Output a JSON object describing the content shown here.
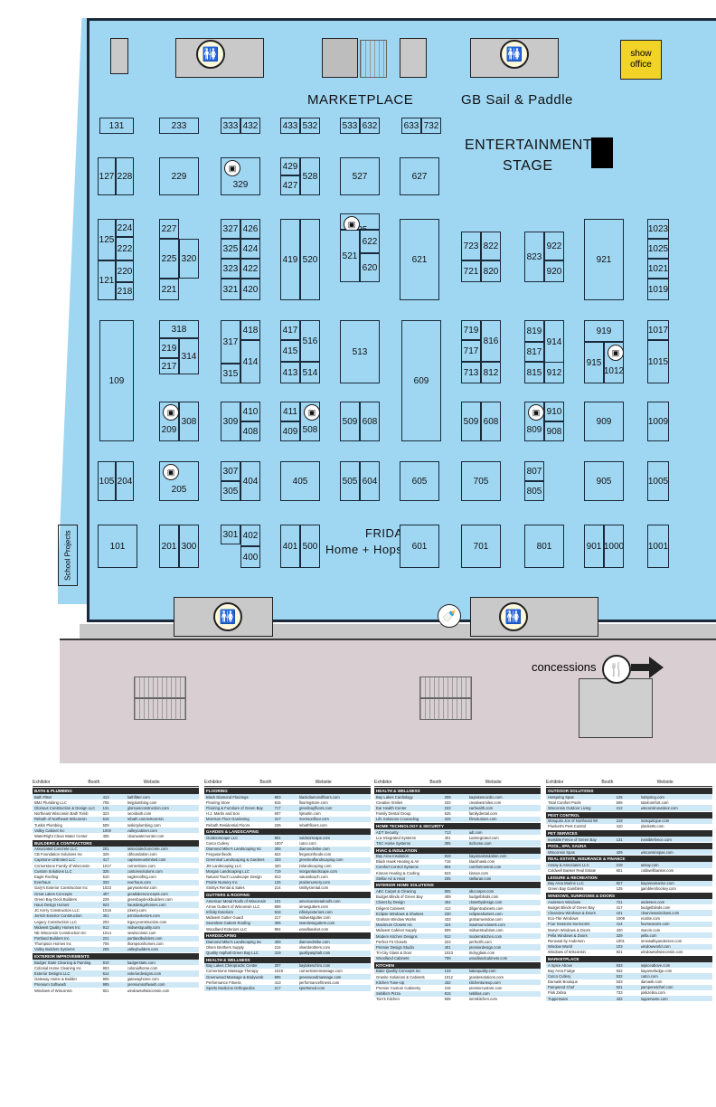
{
  "map": {
    "marketplace": "MARKETPLACE",
    "sail": "GB Sail & Paddle",
    "entertainment_1": "ENTERTAINMENT",
    "entertainment_2": "STAGE",
    "friday_1": "FRIDAY",
    "friday_2": "Home + Hops",
    "show_office_1": "show",
    "show_office_2": "office",
    "school": "School Projects",
    "concessions": "concessions",
    "booths": [
      "131",
      "233",
      "333",
      "432",
      "433",
      "532",
      "533",
      "632",
      "633",
      "732",
      "127",
      "228",
      "229",
      "329",
      "429",
      "427",
      "528",
      "527",
      "627",
      "125",
      "224",
      "222",
      "121",
      "220",
      "218",
      "227",
      "225",
      "320",
      "221",
      "327",
      "426",
      "325",
      "424",
      "323",
      "422",
      "321",
      "420",
      "419",
      "520",
      "525",
      "521",
      "622",
      "620",
      "621",
      "723",
      "822",
      "721",
      "820",
      "823",
      "922",
      "920",
      "921",
      "1023",
      "1025",
      "1021",
      "1019",
      "109",
      "318",
      "219",
      "314",
      "217",
      "317",
      "418",
      "414",
      "315",
      "417",
      "516",
      "415",
      "413",
      "514",
      "513",
      "609",
      "719",
      "816",
      "717",
      "713",
      "812",
      "819",
      "914",
      "817",
      "815",
      "912",
      "919",
      "915",
      "1012",
      "1017",
      "1015",
      "209",
      "308",
      "309",
      "410",
      "408",
      "411",
      "409",
      "508",
      "509",
      "608",
      "509",
      "608",
      "809",
      "910",
      "908",
      "909",
      "1009",
      "105",
      "204",
      "205",
      "307",
      "305",
      "404",
      "405",
      "505",
      "604",
      "605",
      "705",
      "807",
      "805",
      "905",
      "1005",
      "101",
      "201",
      "300",
      "301",
      "402",
      "400",
      "401",
      "500",
      "601",
      "701",
      "801",
      "901",
      "1000",
      "1001"
    ]
  },
  "tables": [
    {
      "headers": [
        "Exhibitor",
        "Booth",
        "Website"
      ],
      "sections": [
        {
          "title": "BATH & PLUMBING",
          "rows": [
            [
              "Bath Fitter",
              "413",
              "bathfitter.com"
            ],
            [
              "BMJ Plumbing LLC",
              "705",
              "bmjplumbing.com"
            ],
            [
              "Glorious Construction & Design LLC",
              "131",
              "gloriousconstruction.com"
            ],
            [
              "Northeast Wisconsin Bath Tomb",
              "323",
              "neonbath.com"
            ],
            [
              "Rebath of Northeast Wisconsin",
              "516",
              "rebath.com/wisconsin"
            ],
            [
              "Tuskin Plumbing",
              "509",
              "tuskinplumbing.com"
            ],
            [
              "Valley Cabinet Inc",
              "1000",
              "valleycabinet.com"
            ],
            [
              "WaterRight Clean Water Center",
              "405",
              "cleanwatercenter.com"
            ]
          ]
        },
        {
          "title": "BUILDERS & CONTRACTORS",
          "rows": [
            [
              "Associated Concrete LLC",
              "201",
              "associatedconcrete.com"
            ],
            [
              "CB Foundation Solutions Inc",
              "325",
              "cbfoundation.com"
            ],
            [
              "Capstone Unlimited LLC",
              "417",
              "capstoneunlimited.com"
            ],
            [
              "Cornerstone Family of Wisconsin",
              "1017",
              "cornerstone.com"
            ],
            [
              "Custom Solutions LLC",
              "325",
              "customsolutions.com"
            ],
            [
              "Eagle Roofing",
              "510",
              "eagleroofing.com"
            ],
            [
              "Everhaus",
              "333",
              "everhaus.com"
            ],
            [
              "Gary's Exterior Construction Inc",
              "1023",
              "garysexterior.com"
            ],
            [
              "Great Lakes Concepts",
              "407",
              "greatlakesconcepts.com"
            ],
            [
              "Green Bay Deck Builders",
              "229",
              "greenbaydeckbuilders.com"
            ],
            [
              "Haus Design Homes",
              "923",
              "hausdesignhomes.com"
            ],
            [
              "JC Kerry Construction LLC",
              "1015",
              "jckerry.com"
            ],
            [
              "Jerrick Exterior Construction",
              "301",
              "jerrickexteriors.com"
            ],
            [
              "Legacy Construction LLC",
              "203",
              "legacyconstruction.com"
            ],
            [
              "Midwest Quality Homes Inc",
              "912",
              "midwestquality.com"
            ],
            [
              "NE Wisconsin Construction Inc",
              "1014",
              "newisconsin.com"
            ],
            [
              "Portland Builders Inc",
              "221",
              "portlandbuilders.com"
            ],
            [
              "Thompson Homes Inc",
              "705",
              "thompsonhomes.com"
            ],
            [
              "Valley Builders Systems",
              "205",
              "valleybuilders.com"
            ]
          ]
        },
        {
          "title": "EXTERIOR IMPROVEMENTS",
          "rows": [
            [
              "Badger State Cleaning & Painting",
              "910",
              "badgerstate.com"
            ],
            [
              "Colonial Home Cleaning Inc",
              "903",
              "colonialhome.com"
            ],
            [
              "Exterior Designs LLC",
              "614",
              "exteriordesigns.com"
            ],
            [
              "Gateway Home & Builder",
              "905",
              "gatewayhome.com"
            ],
            [
              "Premium Softwash",
              "905",
              "premiumsoftwash.com"
            ],
            [
              "Windows of Wisconsin",
              "921",
              "windowsofwisconsin.com"
            ]
          ]
        }
      ]
    },
    {
      "headers": [
        "Exhibitor",
        "Booth",
        "Website"
      ],
      "sections": [
        {
          "title": "FLOORING",
          "rows": [
            [
              "Black Diamond Floorings",
              "803",
              "blackdiamondfloors.com"
            ],
            [
              "Flooring Store",
              "915",
              "flooringstore.com"
            ],
            [
              "Flooring & Furniture of Green Bay",
              "717",
              "greenbayfloors.com"
            ],
            [
              "H.J. Martin and Son",
              "607",
              "hjmartin.com"
            ],
            [
              "Morrison Floor Gardening",
              "317",
              "morrisonfloor.com"
            ],
            [
              "Rebath Residential Floors",
              "225",
              "rebathfloors.com"
            ]
          ]
        },
        {
          "title": "GARDEN & LANDSCAPING",
          "rows": [
            [
              "Outdoorscape LLC",
              "901",
              "outdoorscape.com"
            ],
            [
              "Cutco Cutlery",
              "1007",
              "cutco.com"
            ],
            [
              "Diamond Mike's Landscaping Inc",
              "309",
              "diamondmike.com"
            ],
            [
              "Fergusonfoods",
              "622",
              "fergusonfoods.com"
            ],
            [
              "Greenleaf Landscaping & Gardens",
              "333",
              "greenleaflandscaping.com"
            ],
            [
              "JM Landscaping LLC",
              "320",
              "jmlandscaping.com"
            ],
            [
              "Morgan Landscaping LLC",
              "719",
              "morganlandscape.com"
            ],
            [
              "Natural Touch Landscape Design",
              "813",
              "naturaltouch.com"
            ],
            [
              "Prairie Nursery Inc",
              "125",
              "prairienursery.com"
            ],
            [
              "Smittys Rental & Sales",
              "214",
              "smittysrental.com"
            ]
          ]
        },
        {
          "title": "GUTTERS & ROOFING",
          "rows": [
            [
              "American Metal Roofs of Wisconsin",
              "101",
              "americanmetalroofs.com"
            ],
            [
              "Arrow Gutters of Wisconsin LLC",
              "808",
              "arrowgutters.com"
            ],
            [
              "Infinity Exteriors",
              "918",
              "infinityexteriors.com"
            ],
            [
              "Midwest Gutter Guard",
              "217",
              "midwestgutter.com"
            ],
            [
              "Seamless Gutters Roofing",
              "305",
              "seamlessgutters.com"
            ],
            [
              "Woodland Exteriors LLC",
              "904",
              "woodlandext.com"
            ]
          ]
        },
        {
          "title": "HARDSCAPING",
          "rows": [
            [
              "Diamond Mike's Landscaping Inc",
              "309",
              "diamondmike.com"
            ],
            [
              "Olsen Brothers Supply",
              "214",
              "olsenbrothers.com"
            ],
            [
              "Quality Asphalt Green Bay LLC",
              "319",
              "qualityasphalt.com"
            ]
          ]
        },
        {
          "title": "HEALTH & WELLNESS",
          "rows": [
            [
              "Bay Lakes Chiropractic Center",
              "207",
              "baylakeschiro.com"
            ],
            [
              "Cornerstone Massage Therapy",
              "1019",
              "cornerstonemassage.com"
            ],
            [
              "Greenwood Massage & Bodywork",
              "905",
              "greenwoodmassage.com"
            ],
            [
              "Performance Fitness",
              "413",
              "performancefitness.com"
            ],
            [
              "Sports Medicine Orthopedics",
              "217",
              "sportsmed.com"
            ]
          ]
        }
      ]
    },
    {
      "headers": [
        "Exhibitor",
        "Booth",
        "Website"
      ],
      "sections": [
        {
          "title": "HEALTH & WELLNESS",
          "rows": [
            [
              "Bay Lakes Cardiology",
              "209",
              "baylakescardio.com"
            ],
            [
              "Creative Smiles",
              "233",
              "creativesmiles.com"
            ],
            [
              "Ear Health Center",
              "233",
              "earhealth.com"
            ],
            [
              "Family Dental Group",
              "525",
              "familydental.com"
            ],
            [
              "Life Solutions Counseling",
              "225",
              "lifesolutions.com"
            ]
          ]
        },
        {
          "title": "HOME TECHNOLOGY & SECURITY",
          "rows": [
            [
              "ADT Security",
              "713",
              "adt.com"
            ],
            [
              "Lux Integrated Systems",
              "401",
              "luxintegrated.com"
            ],
            [
              "TSC Home Systems",
              "305",
              "tschome.com"
            ]
          ]
        },
        {
          "title": "HVAC & INSULATION",
          "rows": [
            [
              "Bay Area Insulation",
              "919",
              "bayareainsulation.com"
            ],
            [
              "Black Hawk Heating & Air",
              "716",
              "blackhawk.com"
            ],
            [
              "Comfort Control Systems",
              "604",
              "comfortcontrol.com"
            ],
            [
              "Kinnan Heating & Cooling",
              "523",
              "kinnan.com"
            ],
            [
              "Stellar Air & Heat",
              "205",
              "stellarair.com"
            ]
          ]
        },
        {
          "title": "INTERIOR HOME SOLUTIONS",
          "rows": [
            [
              "ABC Carpet & Cleaning",
              "805",
              "abccarpet.com"
            ],
            [
              "Budget Blinds of Green Bay",
              "409",
              "budgetblinds.com"
            ],
            [
              "Closet by Design",
              "404",
              "closetbydesign.com"
            ],
            [
              "Diligent Cabinets",
              "412",
              "diligentcabinets.com"
            ],
            [
              "Eclipse Windows & Shutters",
              "230",
              "eclipseshutters.com"
            ],
            [
              "Graham Window Works",
              "433",
              "grahamwindow.com"
            ],
            [
              "Maximum Closets Inc",
              "424",
              "maximumclosets.com"
            ],
            [
              "Midwest Cabinet Supply",
              "509",
              "midwestcabinet.com"
            ],
            [
              "Modern Kitchen Designs",
              "912",
              "modernkitchen.com"
            ],
            [
              "Perfect Fit Closets",
              "223",
              "perfectfit.com"
            ],
            [
              "Premier Design Studio",
              "401",
              "premierdesign.com"
            ],
            [
              "Tri-City Glass & Door",
              "1023",
              "tricityglass.com"
            ],
            [
              "Woodland Cabinets",
              "709",
              "woodlandcabinets.com"
            ]
          ]
        },
        {
          "title": "KITCHEN",
          "rows": [
            [
              "Bake Quality Concepts Inc",
              "133",
              "bakequality.com"
            ],
            [
              "Granite Solutions & Cabinets",
              "1012",
              "granitesolutions.com"
            ],
            [
              "Kitchen Tune-Up",
              "432",
              "kitchentuneup.com"
            ],
            [
              "Premier Custom Cabinetry",
              "216",
              "premiercustom.com"
            ],
            [
              "Sebilla's Pizza",
              "815",
              "sebillas.com"
            ],
            [
              "Tom's Kitchen",
              "508",
              "tomskitchen.com"
            ]
          ]
        }
      ]
    },
    {
      "headers": [
        "Exhibitor",
        "Booth",
        "Website"
      ],
      "sections": [
        {
          "title": "OUTDOOR SOLUTIONS",
          "rows": [
            [
              "Hotspring Spas",
              "125",
              "hotspring.com"
            ],
            [
              "Total Comfort Pools",
              "506",
              "totalcomfort.com"
            ],
            [
              "Wisconsin Outdoor Living",
              "212",
              "wisconsinoutdoor.com"
            ]
          ]
        },
        {
          "title": "PEST CONTROL",
          "rows": [
            [
              "Mosquito Joe of Northeast WI",
              "218",
              "mosquitojoe.com"
            ],
            [
              "Plunkett's Pest Control",
              "410",
              "plunketts.com"
            ]
          ]
        },
        {
          "title": "PET SERVICES",
          "rows": [
            [
              "Invisible Fence of Green Bay",
              "131",
              "invisiblefence.com"
            ]
          ]
        },
        {
          "title": "POOL, SPA, SAUNA",
          "rows": [
            [
              "Wisconsin Spas",
              "429",
              "wisconsinspas.com"
            ]
          ]
        },
        {
          "title": "REAL ESTATE, INSURANCE & FINANCE",
          "rows": [
            [
              "Ansay & Associates LLC",
              "219",
              "ansay.com"
            ],
            [
              "Coldwell Banker Real Estate",
              "601",
              "coldwellbanker.com"
            ]
          ]
        },
        {
          "title": "LEISURE & RECREATION",
          "rows": [
            [
              "Bay Area Marine LLC",
              "827",
              "bayareamarine.com"
            ],
            [
              "Green Bay Gamblers",
              "125",
              "gamblershockey.com"
            ]
          ]
        },
        {
          "title": "WINDOWS, SUNROOMS & DOORS",
          "rows": [
            [
              "Andersen Windows",
              "721",
              "andersen.com"
            ],
            [
              "Budget Blinds of Green Bay",
              "417",
              "budgetblinds.com"
            ],
            [
              "Clearview Windows & Doors",
              "101",
              "clearviewwindows.com"
            ],
            [
              "Eco-Tite Windows",
              "1009",
              "ecotite.com"
            ],
            [
              "Four Seasons Sunrooms",
              "414",
              "fourseasons.com"
            ],
            [
              "Marvin Windows & Doors",
              "420",
              "marvin.com"
            ],
            [
              "Pella Windows & Doors",
              "229",
              "pella.com"
            ],
            [
              "Renewal by Andersen",
              "1001",
              "renewalbyandersen.com"
            ],
            [
              "Window World",
              "103",
              "windowworld.com"
            ],
            [
              "Windows of Wisconsin",
              "921",
              "windowsofwisconsin.com"
            ]
          ]
        },
        {
          "title": "MARKETPLACE",
          "rows": [
            [
              "A Spice Above",
              "633",
              "aspiceabove.com"
            ],
            [
              "Bay Area Fudge",
              "632",
              "bayareafudge.com"
            ],
            [
              "Cutco Cutlery",
              "532",
              "cutco.com"
            ],
            [
              "Damask Boutique",
              "533",
              "damask.com"
            ],
            [
              "Pampered Chef",
              "531",
              "pamperedchef.com"
            ],
            [
              "Pink Zebra",
              "733",
              "pinkzebra.com"
            ],
            [
              "Tupperware",
              "432",
              "tupperware.com"
            ]
          ]
        }
      ]
    }
  ]
}
